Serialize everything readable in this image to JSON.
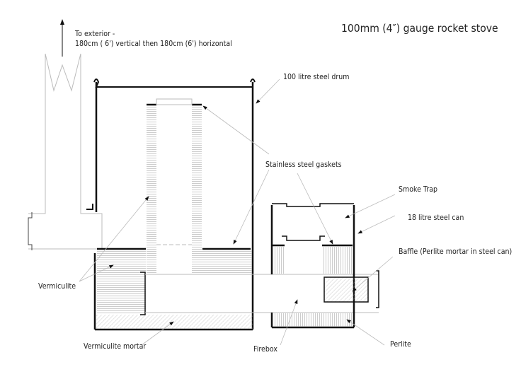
{
  "title": "100mm (4″) gauge rocket stove",
  "labels": {
    "exterior_line1": "To exterior -",
    "exterior_line2": "180cm ( 6') vertical then 180cm (6')  horizontal",
    "drum": "100 litre steel drum",
    "gaskets": "Stainless steel gaskets",
    "smoke_trap": "Smoke Trap",
    "can": "18 litre steel can",
    "baffle": "Baffle (Perlite mortar in steel can)",
    "vermiculite": "Vermiculite",
    "vermiculite_mortar": "Vermiculite mortar",
    "firebox": "Firebox",
    "perlite": "Perlite"
  },
  "colors": {
    "line": "#111111",
    "leader": "#bbbbbb",
    "hatch": "#999999"
  }
}
